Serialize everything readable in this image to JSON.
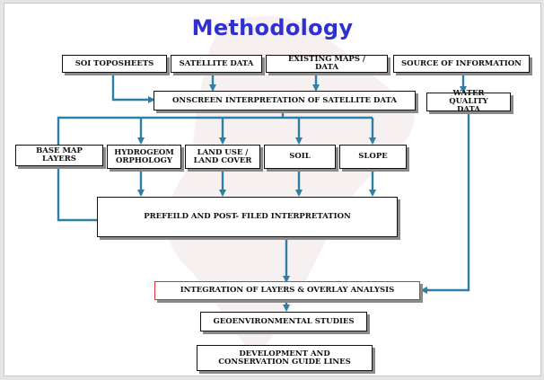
{
  "title": "Methodology",
  "nodes": {
    "soi_toposheets": "SOI  TOPOSHEETS",
    "satellite_data": "SATELLITE DATA",
    "existing_maps": "EXISTING MAPS / DATA",
    "source_info": "SOURCE OF INFORMATION",
    "onscreen": "ONSCREEN INTERPRETATION OF SATELLITE DATA",
    "water_quality": "WATER QUALITY DATA",
    "base_map": "BASE MAP LAYERS",
    "hydrogeom": "HYDROGEOM ORPHOLOGY",
    "land_use": "LAND USE / LAND COVER",
    "soil": "SOIL",
    "slope": "SLOPE",
    "prefield": "PREFEILD AND POST- FILED INTERPRETATION",
    "integration": "INTEGRATION OF LAYERS & OVERLAY ANALYSIS",
    "geoenv": "GEOENVIRONMENTAL STUDIES",
    "development": "DEVELOPMENT AND CONSERVATION GUIDE LINES"
  },
  "colors": {
    "title": "#3030d0",
    "connector": "#2e7fa6",
    "highlight_border": "#e03030"
  }
}
